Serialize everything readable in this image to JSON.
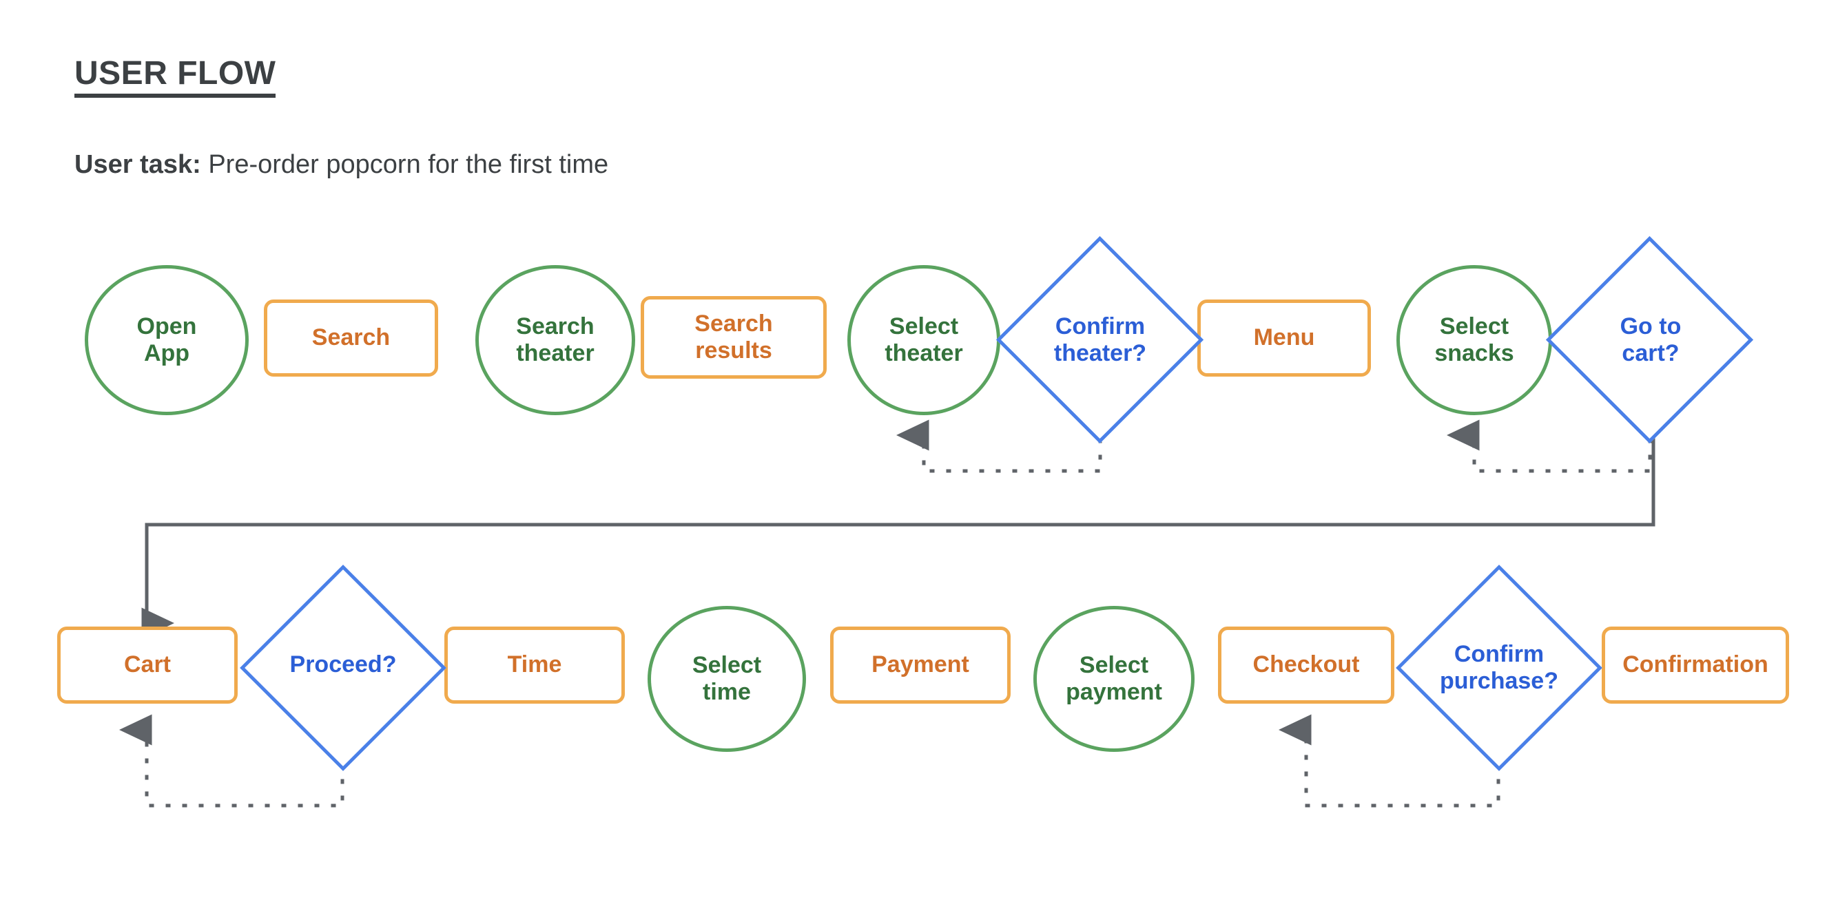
{
  "header": {
    "title": "USER FLOW",
    "task_label": "User task:",
    "task_value": " Pre-order popcorn for the first time"
  },
  "colors": {
    "screen_border": "#f0aa4d",
    "screen_text": "#d1702a",
    "action_border": "#5aa35f",
    "action_text": "#34733c",
    "decision_border": "#4a80e8",
    "decision_text": "#2b5ed6",
    "connector": "#5f6368",
    "title_text": "#3c4043"
  },
  "flow": {
    "rows": [
      {
        "name": "row-1",
        "nodes": [
          {
            "id": "open-app",
            "label": "Open\nApp",
            "type": "circle"
          },
          {
            "id": "search",
            "label": "Search",
            "type": "rect"
          },
          {
            "id": "search-theater",
            "label": "Search\ntheater",
            "type": "circle"
          },
          {
            "id": "search-results",
            "label": "Search\nresults",
            "type": "rect"
          },
          {
            "id": "select-theater",
            "label": "Select\ntheater",
            "type": "circle"
          },
          {
            "id": "confirm-theater",
            "label": "Confirm\ntheater?",
            "type": "diamond"
          },
          {
            "id": "menu",
            "label": "Menu",
            "type": "rect"
          },
          {
            "id": "select-snacks",
            "label": "Select\nsnacks",
            "type": "circle"
          },
          {
            "id": "go-to-cart",
            "label": "Go to\ncart?",
            "type": "diamond"
          }
        ]
      },
      {
        "name": "row-2",
        "nodes": [
          {
            "id": "cart",
            "label": "Cart",
            "type": "rect"
          },
          {
            "id": "proceed",
            "label": "Proceed?",
            "type": "diamond"
          },
          {
            "id": "time",
            "label": "Time",
            "type": "rect"
          },
          {
            "id": "select-time",
            "label": "Select\ntime",
            "type": "circle"
          },
          {
            "id": "payment",
            "label": "Payment",
            "type": "rect"
          },
          {
            "id": "select-payment",
            "label": "Select\npayment",
            "type": "circle"
          },
          {
            "id": "checkout",
            "label": "Checkout",
            "type": "rect"
          },
          {
            "id": "confirm-purchase",
            "label": "Confirm\npurchase?",
            "type": "diamond"
          },
          {
            "id": "confirmation",
            "label": "Confirmation",
            "type": "rect"
          }
        ]
      }
    ],
    "connectors": [
      {
        "id": "confirm-theater-to-select-theater",
        "style": "dotted",
        "from": "confirm-theater",
        "to": "select-theater"
      },
      {
        "id": "go-to-cart-to-select-snacks",
        "style": "dotted",
        "from": "go-to-cart",
        "to": "select-snacks"
      },
      {
        "id": "go-to-cart-to-cart",
        "style": "solid",
        "from": "go-to-cart",
        "to": "cart"
      },
      {
        "id": "proceed-to-cart",
        "style": "dotted",
        "from": "proceed",
        "to": "cart"
      },
      {
        "id": "confirm-purchase-to-checkout",
        "style": "dotted",
        "from": "confirm-purchase",
        "to": "checkout"
      }
    ]
  }
}
